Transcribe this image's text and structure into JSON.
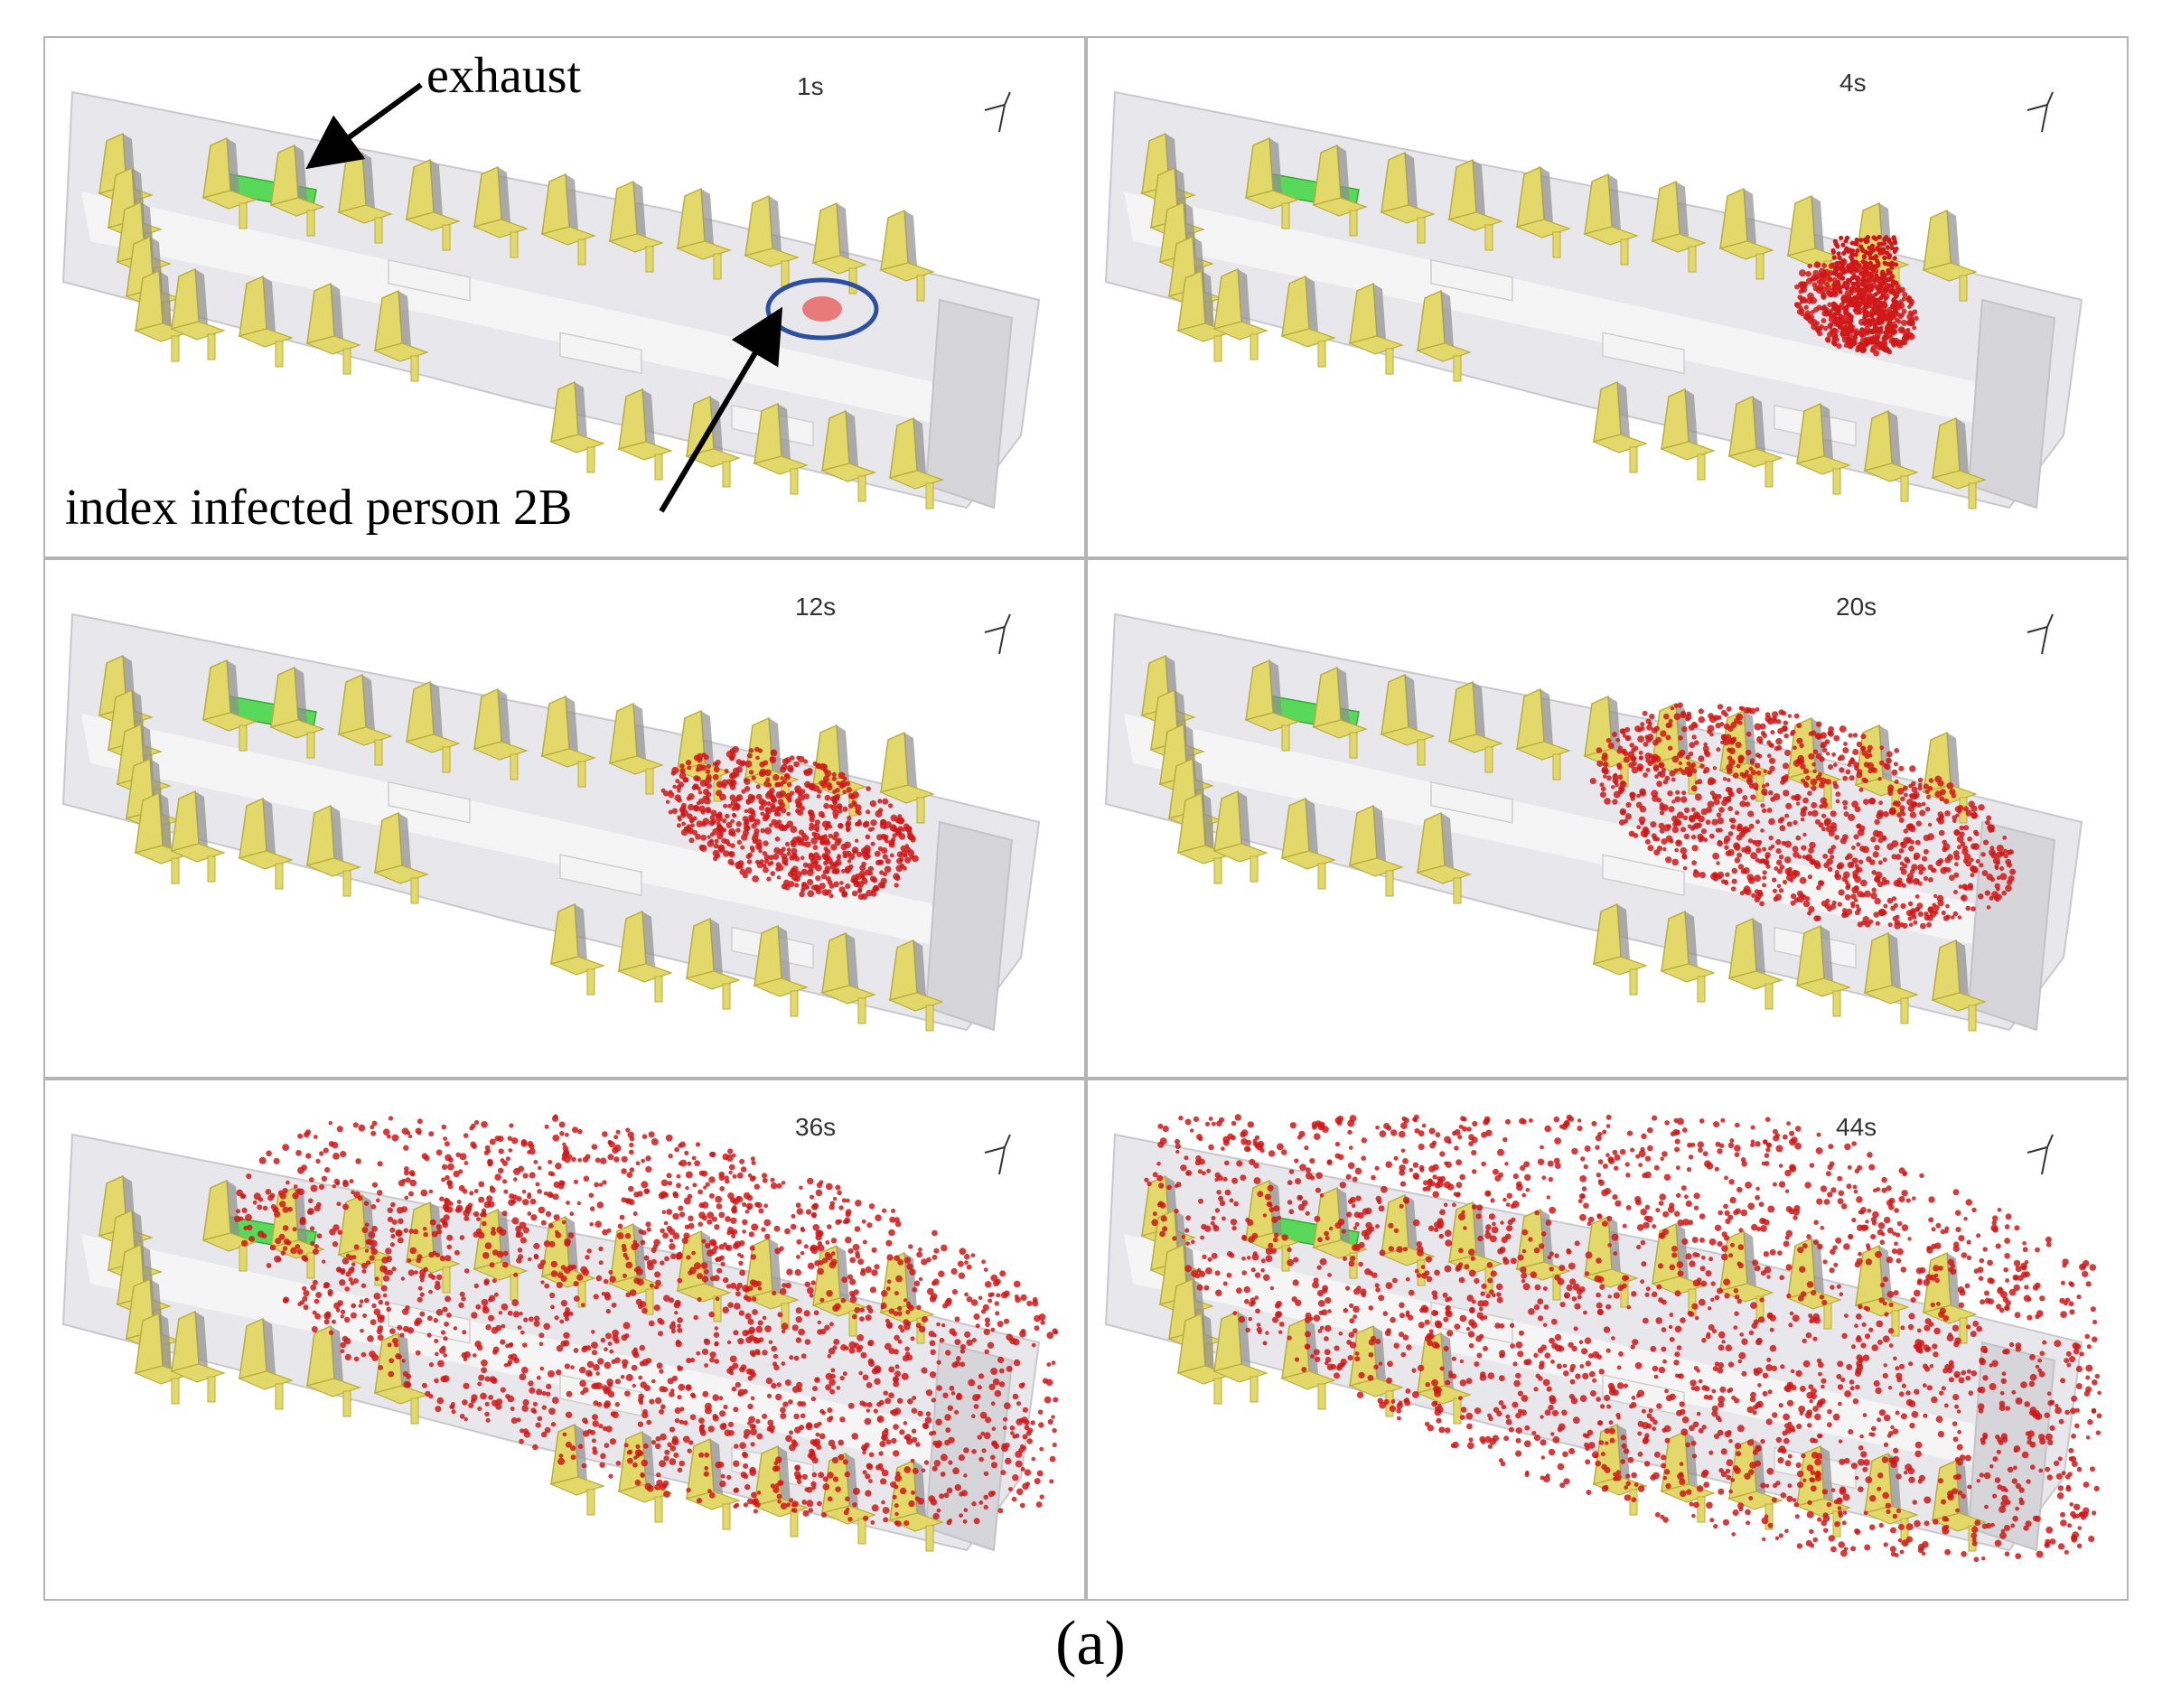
{
  "figure": {
    "caption": "(a)",
    "colors": {
      "seat": "#e3d96b",
      "seat_shadow": "#b8ad3e",
      "cabin": "#e6e6ea",
      "cabin_edge": "#c4c4c8",
      "exhaust": "#59d959",
      "particle": "#d01818",
      "index_ring": "#2c4fa0"
    },
    "annotations": {
      "exhaust_label": "exhaust",
      "index_label": "index infected person 2B"
    },
    "panels": [
      {
        "time": "1s",
        "particle_spread": 0.0
      },
      {
        "time": "4s",
        "particle_spread": 0.05
      },
      {
        "time": "12s",
        "particle_spread": 0.18
      },
      {
        "time": "20s",
        "particle_spread": 0.35
      },
      {
        "time": "36s",
        "particle_spread": 0.8
      },
      {
        "time": "44s",
        "particle_spread": 1.0
      }
    ]
  }
}
